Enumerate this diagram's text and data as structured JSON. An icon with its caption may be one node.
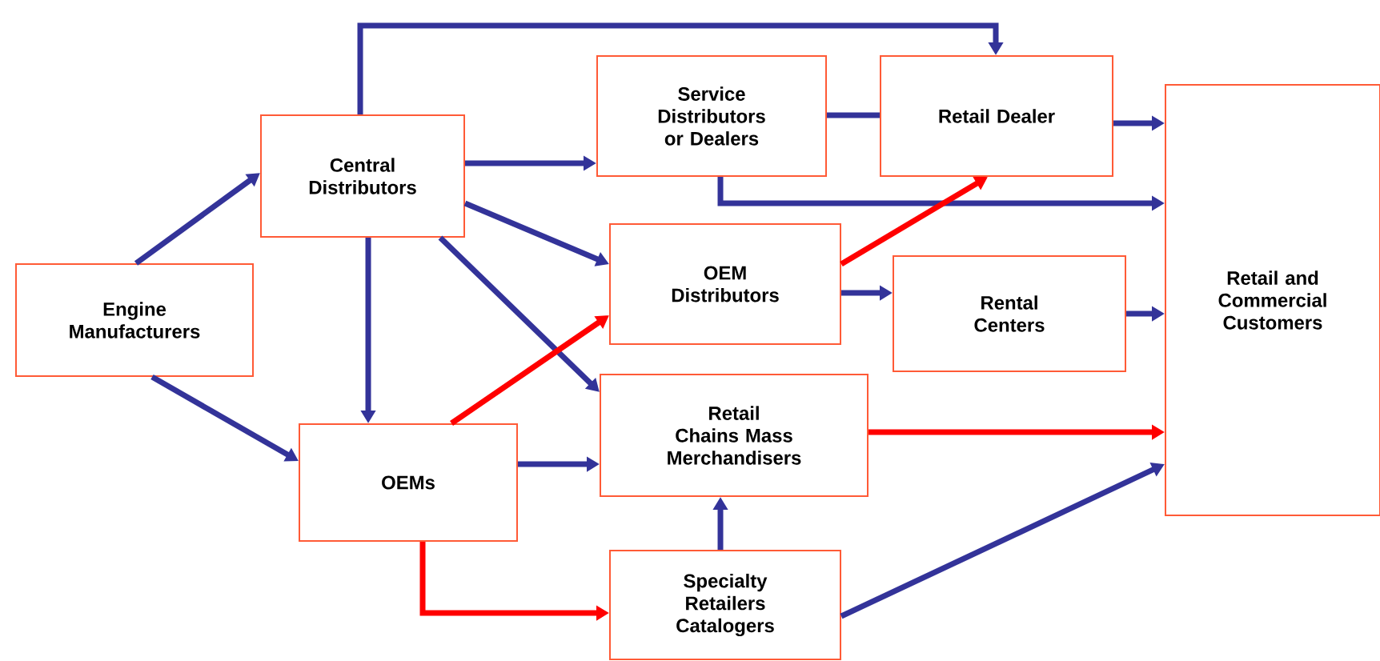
{
  "diagram": {
    "nodes": [
      {
        "text": [
          "Engine Manufacturers"
        ]
      },
      {
        "text": [
          "Central Distributors"
        ]
      },
      {
        "text": [
          "Service Distributors or Dealers"
        ]
      },
      {
        "text": [
          "Retail Dealer"
        ]
      },
      {
        "text": [
          "OEM Distributors"
        ]
      },
      {
        "text": [
          "Rental Centers"
        ]
      },
      {
        "text": [
          "Retail and Commercial Customers"
        ]
      },
      {
        "text": [
          "OEMs"
        ]
      },
      {
        "text": [
          "Retail Chains Mass Merchandisers"
        ]
      },
      {
        "text": [
          "Specialty Retailers Catalogers"
        ]
      }
    ],
    "edges": [
      {
        "from": 0,
        "to": 1,
        "arrow": "to"
      },
      {
        "from": 0,
        "to": 7,
        "arrow": "to"
      },
      {
        "from": 1,
        "to": 3,
        "arrow": "to"
      },
      {
        "from": 1,
        "to": 2,
        "arrow": "to"
      },
      {
        "from": 1,
        "to": 4,
        "arrow": "to"
      },
      {
        "from": 1,
        "to": 8,
        "arrow": "to"
      },
      {
        "from": 1,
        "to": 7,
        "arrow": "to"
      },
      {
        "from": 2,
        "to": 3,
        "arrow": "none"
      },
      {
        "from": 2,
        "to": 6,
        "arrow": "to"
      },
      {
        "from": 4,
        "to": 3,
        "arrow": "to",
        "color": "#ff0000"
      },
      {
        "from": 4,
        "to": 5,
        "arrow": "to"
      },
      {
        "from": 3,
        "to": 6,
        "arrow": "to"
      },
      {
        "from": 5,
        "to": 6,
        "arrow": "to"
      },
      {
        "from": 7,
        "to": 4,
        "arrow": "to",
        "color": "#ff0000"
      },
      {
        "from": 7,
        "to": 8,
        "arrow": "to"
      },
      {
        "from": 7,
        "to": 9,
        "arrow": "to",
        "color": "#ff0000"
      },
      {
        "from": 9,
        "to": 8,
        "arrow": "to"
      },
      {
        "from": 8,
        "to": 6,
        "arrow": "to",
        "color": "#ff0000"
      },
      {
        "from": 9,
        "to": 6,
        "arrow": "to"
      }
    ]
  }
}
